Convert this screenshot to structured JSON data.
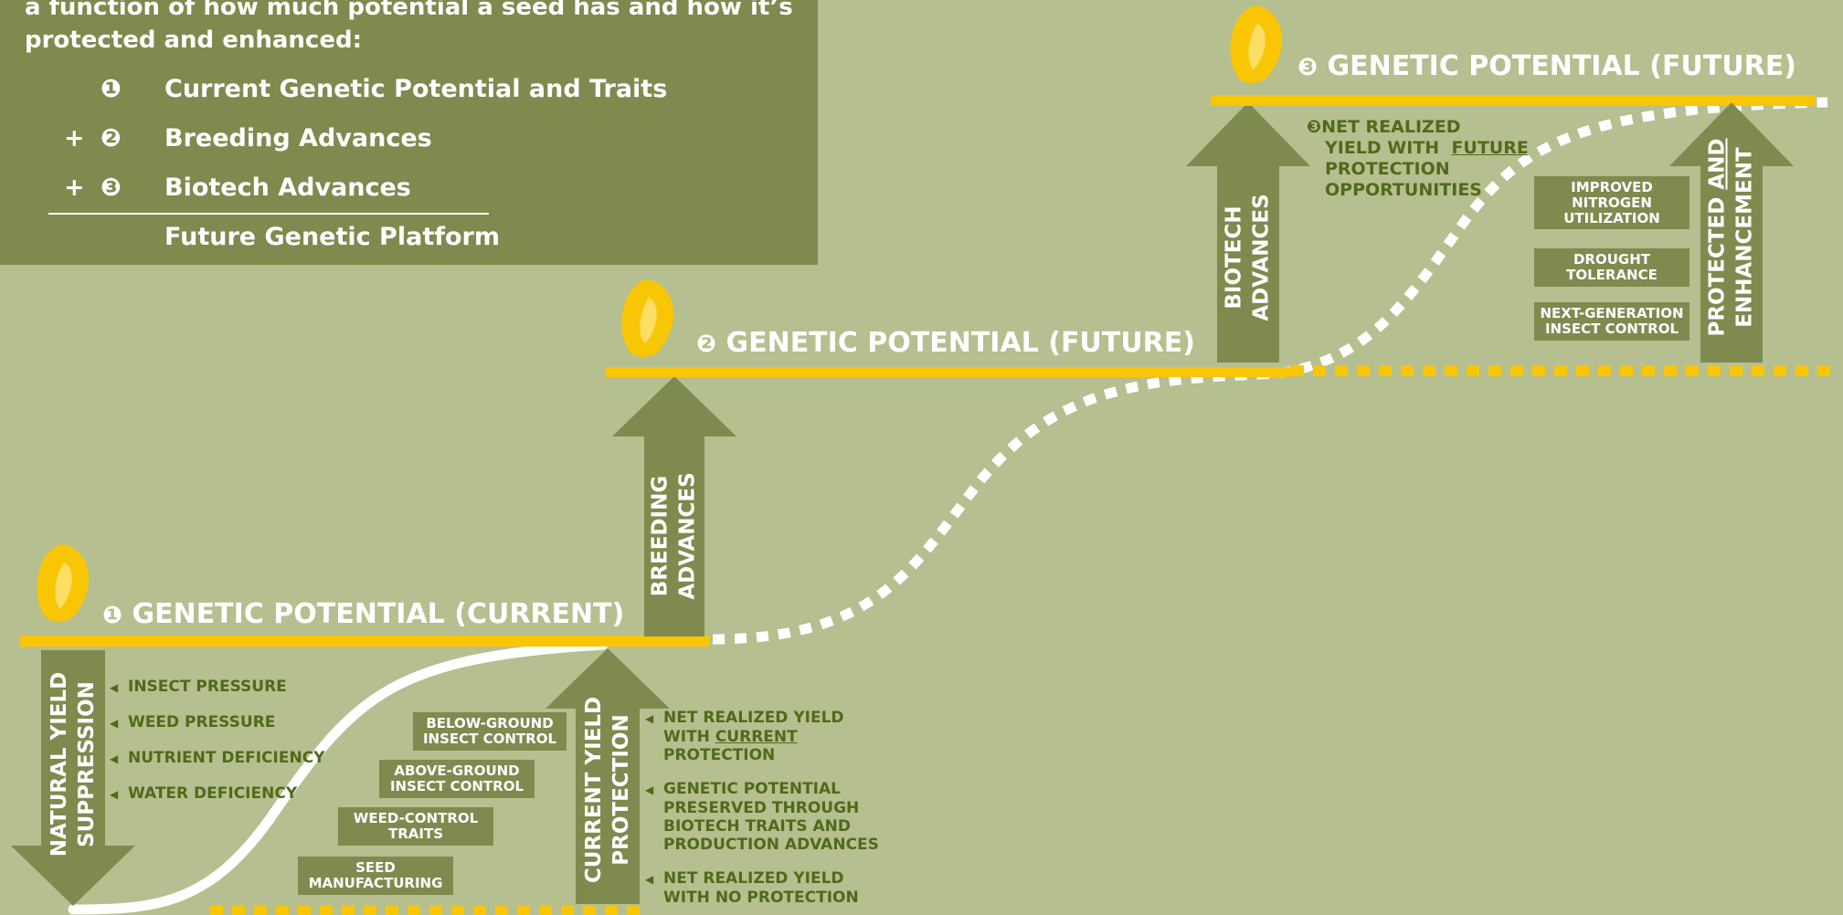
{
  "legend": {
    "intro_line1": "a function of how much potential a seed has and how it’s",
    "intro_line2": "protected and enhanced:",
    "rows": [
      {
        "sign": "",
        "num": "❶",
        "text": "Current Genetic Potential and Traits"
      },
      {
        "sign": "+",
        "num": "❷",
        "text": "Breeding Advances"
      },
      {
        "sign": "+",
        "num": "❸",
        "text": "Biotech Advances"
      }
    ],
    "total": "Future Genetic Platform"
  },
  "levels": {
    "current": {
      "num": "❶",
      "label": "GENETIC POTENTIAL (CURRENT)"
    },
    "future2": {
      "num": "❷",
      "label": "GENETIC POTENTIAL (FUTURE)"
    },
    "future3": {
      "num": "❸",
      "label": "GENETIC POTENTIAL (FUTURE)"
    }
  },
  "arrows": {
    "natural": {
      "line1": "NATURAL YIELD",
      "line2": "SUPPRESSION"
    },
    "protection": {
      "line1": "CURRENT YIELD",
      "line2": "PROTECTION"
    },
    "breeding": {
      "line1": "BREEDING",
      "line2": "ADVANCES"
    },
    "biotech": {
      "line1": "BIOTECH",
      "line2": "ADVANCES"
    },
    "protected": {
      "line1_pre": "PROTECTED ",
      "line1_u": "AND",
      "line2": "ENHANCEMENT"
    }
  },
  "pressures": [
    "INSECT PRESSURE",
    "WEED PRESSURE",
    "NUTRIENT DEFICIENCY",
    "WATER DEFICIENCY"
  ],
  "trait_boxes": [
    {
      "l1": "BELOW-GROUND",
      "l2": "INSECT CONTROL"
    },
    {
      "l1": "ABOVE-GROUND",
      "l2": "INSECT CONTROL"
    },
    {
      "l1": "WEED-CONTROL",
      "l2": "TRAITS"
    },
    {
      "l1": "SEED",
      "l2": "MANUFACTURING"
    }
  ],
  "yield_notes": {
    "n1_l1": "NET REALIZED YIELD",
    "n1_l2_pre": "WITH ",
    "n1_l2_u": "CURRENT",
    "n1_l3": "PROTECTION",
    "n2_l1": "GENETIC POTENTIAL",
    "n2_l2": "PRESERVED THROUGH",
    "n2_l3": "BIOTECH TRAITS AND",
    "n2_l4": "PRODUCTION ADVANCES",
    "n3_l1": "NET REALIZED YIELD",
    "n3_l2": "WITH NO PROTECTION"
  },
  "future_note": {
    "num": "❸",
    "l1": "NET REALIZED",
    "l2_pre": "YIELD WITH",
    "l2_u": "FUTURE",
    "l3": "PROTECTION",
    "l4": "OPPORTUNITIES"
  },
  "future_boxes": [
    {
      "l1": "IMPROVED",
      "l2": "NITROGEN",
      "l3": "UTILIZATION"
    },
    {
      "l1": "DROUGHT",
      "l2": "TOLERANCE"
    },
    {
      "l1": "NEXT-GENERATION",
      "l2": "INSECT CONTROL"
    }
  ],
  "arrow_marker": "◀",
  "colors": {
    "background": "#b6bf8f",
    "panel": "#7f8a4f",
    "gold": "#f9c605",
    "note_text": "#4f6b1a",
    "white": "#ffffff"
  }
}
